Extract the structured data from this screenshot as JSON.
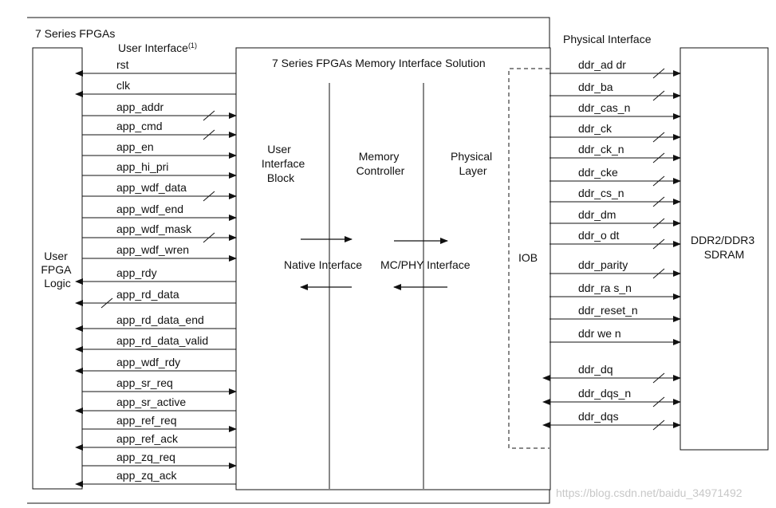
{
  "outer_title": "7 Series FPGAs",
  "user_interface_label": "User Interface",
  "user_interface_note": "(1)",
  "physical_interface_label": "Physical Interface",
  "solution_title": "7 Series FPGAs Memory Interface Solution",
  "user_logic": [
    "User",
    "FPGA",
    "Logic"
  ],
  "ui_block": [
    "User",
    "Interface",
    "Block"
  ],
  "mem_ctrl": [
    "Memory",
    "Controller"
  ],
  "phy_layer": [
    "Physical",
    "Layer"
  ],
  "native_if": "Native Interface",
  "mcphy_if": "MC/PHY Interface",
  "iob": "IOB",
  "sdram": [
    "DDR2/DDR3",
    "SDRAM"
  ],
  "watermark": "https://blog.csdn.net/baidu_34971492",
  "ui_signals": [
    {
      "name": "rst",
      "dir": "in",
      "bus": false
    },
    {
      "name": "clk",
      "dir": "in",
      "bus": false
    },
    {
      "name": "app_addr",
      "dir": "out",
      "bus": true
    },
    {
      "name": "app_cmd",
      "dir": "out",
      "bus": true
    },
    {
      "name": "app_en",
      "dir": "out",
      "bus": false
    },
    {
      "name": "app_hi_pri",
      "dir": "out",
      "bus": false
    },
    {
      "name": "app_wdf_data",
      "dir": "out",
      "bus": true
    },
    {
      "name": "app_wdf_end",
      "dir": "out",
      "bus": false
    },
    {
      "name": "app_wdf_mask",
      "dir": "out",
      "bus": true
    },
    {
      "name": "app_wdf_wren",
      "dir": "out",
      "bus": false
    },
    {
      "name": "app_rdy",
      "dir": "in",
      "bus": false
    },
    {
      "name": "app_rd_data",
      "dir": "in",
      "bus": true
    },
    {
      "name": "app_rd_data_end",
      "dir": "in",
      "bus": false
    },
    {
      "name": "app_rd_data_valid",
      "dir": "in",
      "bus": false
    },
    {
      "name": "app_wdf_rdy",
      "dir": "in",
      "bus": false
    },
    {
      "name": "app_sr_req",
      "dir": "out",
      "bus": false
    },
    {
      "name": "app_sr_active",
      "dir": "in",
      "bus": false
    },
    {
      "name": "app_ref_req",
      "dir": "out",
      "bus": false
    },
    {
      "name": "app_ref_ack",
      "dir": "in",
      "bus": false
    },
    {
      "name": "app_zq_req",
      "dir": "out",
      "bus": false
    },
    {
      "name": "app_zq_ack",
      "dir": "in",
      "bus": false
    }
  ],
  "phy_signals": [
    {
      "name": "ddr_ad dr",
      "dir": "out",
      "bus": true
    },
    {
      "name": "ddr_ba",
      "dir": "out",
      "bus": true
    },
    {
      "name": "ddr_cas_n",
      "dir": "out",
      "bus": false
    },
    {
      "name": "ddr_ck",
      "dir": "out",
      "bus": true
    },
    {
      "name": "ddr_ck_n",
      "dir": "out",
      "bus": true
    },
    {
      "name": "ddr_cke",
      "dir": "out",
      "bus": true
    },
    {
      "name": "ddr_cs_n",
      "dir": "out",
      "bus": true
    },
    {
      "name": "ddr_dm",
      "dir": "out",
      "bus": true
    },
    {
      "name": "ddr_o dt",
      "dir": "out",
      "bus": true
    },
    {
      "name": "ddr_parity",
      "dir": "out",
      "bus": true
    },
    {
      "name": "ddr_ra s_n",
      "dir": "out",
      "bus": false
    },
    {
      "name": "ddr_reset_n",
      "dir": "out",
      "bus": false
    },
    {
      "name": "ddr we n",
      "dir": "out",
      "bus": false
    },
    {
      "name": "ddr_dq",
      "dir": "bi",
      "bus": true
    },
    {
      "name": "ddr_dqs_n",
      "dir": "bi",
      "bus": true
    },
    {
      "name": "ddr_dqs",
      "dir": "bi",
      "bus": true
    }
  ]
}
